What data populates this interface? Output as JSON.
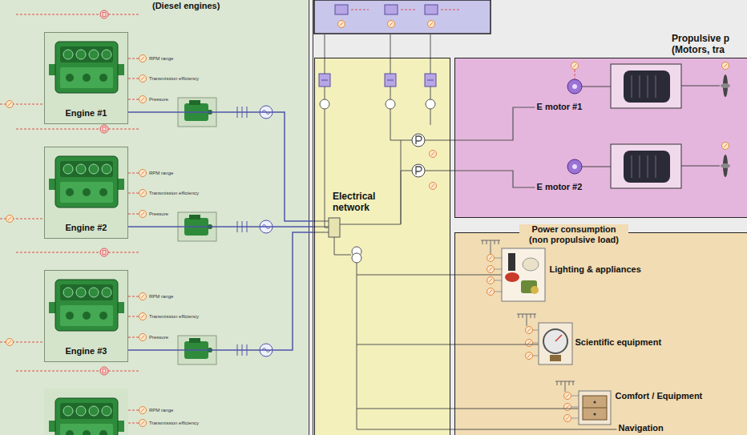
{
  "diagram": {
    "nodes": [
      {
        "text": [
          "(Diesel engines)"
        ]
      },
      {
        "text": [
          "Engine #1"
        ],
        "in": 0
      },
      {
        "text": [
          "Engine #2"
        ],
        "in": 0
      },
      {
        "text": [
          "Engine #3"
        ],
        "in": 0
      },
      {
        "text": [
          "Electrical network"
        ]
      },
      {
        "text": [
          "Propulsive p",
          "(Motors, tra"
        ]
      },
      {
        "text": [
          "E motor #1"
        ],
        "in": 5
      },
      {
        "text": [
          "E motor #2"
        ],
        "in": 5
      },
      {
        "text": [
          "Power consumption (non propulsive load)"
        ]
      },
      {
        "text": [
          "Lighting & appliances"
        ],
        "in": 8
      },
      {
        "text": [
          "Scientific equipment"
        ],
        "in": 8
      },
      {
        "text": [
          "Comfort / Equipment"
        ],
        "in": 8
      },
      {
        "text": [
          "Navigation"
        ],
        "in": 8
      }
    ],
    "edges": [
      {
        "from": 1,
        "to": 4,
        "arrow": "none"
      },
      {
        "from": 2,
        "to": 4,
        "arrow": "none"
      },
      {
        "from": 3,
        "to": 4,
        "arrow": "none"
      },
      {
        "from": 4,
        "to": 6,
        "arrow": "none"
      },
      {
        "from": 4,
        "to": 7,
        "arrow": "none"
      },
      {
        "from": 4,
        "to": 9,
        "arrow": "none"
      },
      {
        "from": 4,
        "to": 10,
        "arrow": "none"
      },
      {
        "from": 4,
        "to": 11,
        "arrow": "none"
      },
      {
        "from": 4,
        "to": 12,
        "arrow": "none"
      }
    ],
    "labels": [
      "RPM range",
      "Transmission efficiency",
      "Pressure",
      "RPM range",
      "Transmission efficiency",
      "Pressure",
      "RPM range",
      "Transmission efficiency",
      "Pressure",
      "RPM range",
      "Transmission efficiency"
    ]
  }
}
